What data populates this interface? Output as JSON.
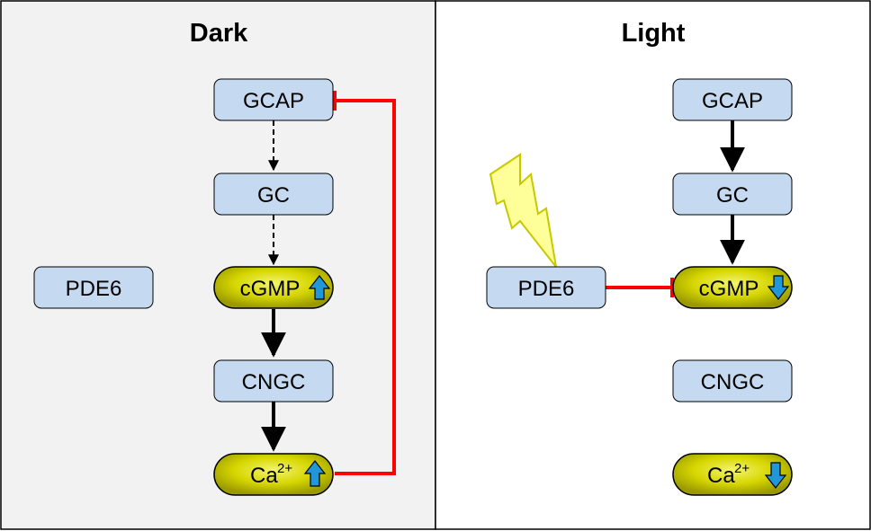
{
  "panels": {
    "dark": {
      "title": "Dark",
      "nodes": {
        "gcap": "GCAP",
        "gc": "GC",
        "pde6": "PDE6",
        "cgmp": "cGMP",
        "cngc": "CNGC",
        "ca": "Ca",
        "ca_charge": "2+"
      },
      "cgmp_level": "up",
      "ca_level": "up"
    },
    "light": {
      "title": "Light",
      "nodes": {
        "gcap": "GCAP",
        "gc": "GC",
        "pde6": "PDE6",
        "cgmp": "cGMP",
        "cngc": "CNGC",
        "ca": "Ca",
        "ca_charge": "2+"
      },
      "cgmp_level": "down",
      "ca_level": "down"
    }
  },
  "colors": {
    "dark_panel_bg": "#f2f2f2",
    "protein_box": "#c5d9f1",
    "second_messenger": "#c8c800",
    "inhibition": "#ff0000",
    "activation": "#000000",
    "level_arrow": "#2196d9",
    "light_bolt": "#ffff99"
  },
  "icons": [
    "up-arrow-icon",
    "down-arrow-icon",
    "lightning-bolt-icon"
  ]
}
